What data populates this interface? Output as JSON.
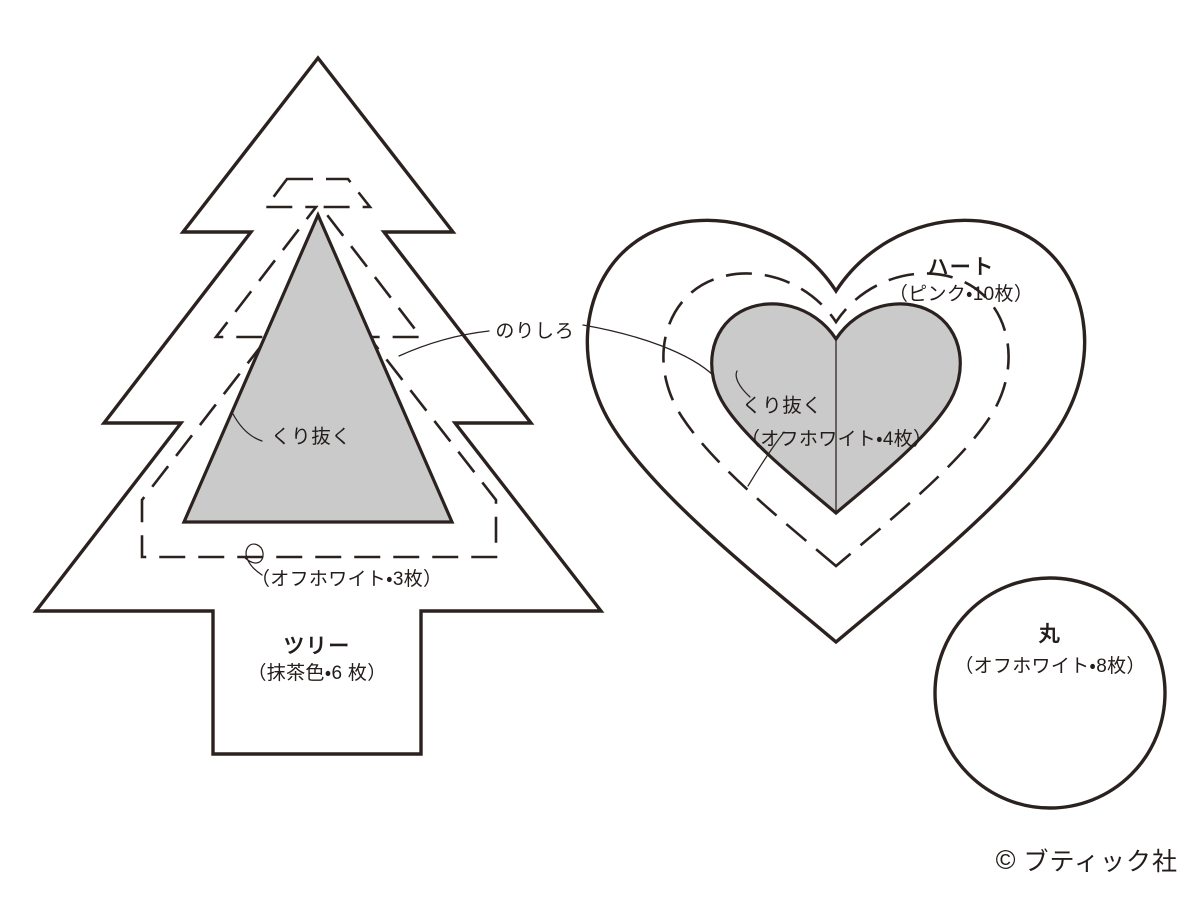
{
  "document": {
    "type": "craft-pattern-sheet",
    "background_color": "#ffffff",
    "line_color": "#2b2220",
    "cutout_fill_color": "#cacaca"
  },
  "tree": {
    "name": "tree-pattern",
    "title": "ツリー",
    "material": "（抹茶色・6 枚）",
    "cutout_note": "くり抜く",
    "inner_material": "（オフホワイト・3枚）"
  },
  "heart": {
    "name": "heart-pattern",
    "title": "ハート",
    "material": "（ピンク・10枚）",
    "cutout_note": "くり抜く",
    "inner_material": "（オフホワイト・4枚）"
  },
  "circle": {
    "name": "circle-pattern",
    "title": "丸",
    "material": "（オフホワイト・8枚）"
  },
  "annotations": {
    "glue_tab": "のりしろ"
  },
  "credit": {
    "mark": "©",
    "publisher": "ブティック社"
  }
}
